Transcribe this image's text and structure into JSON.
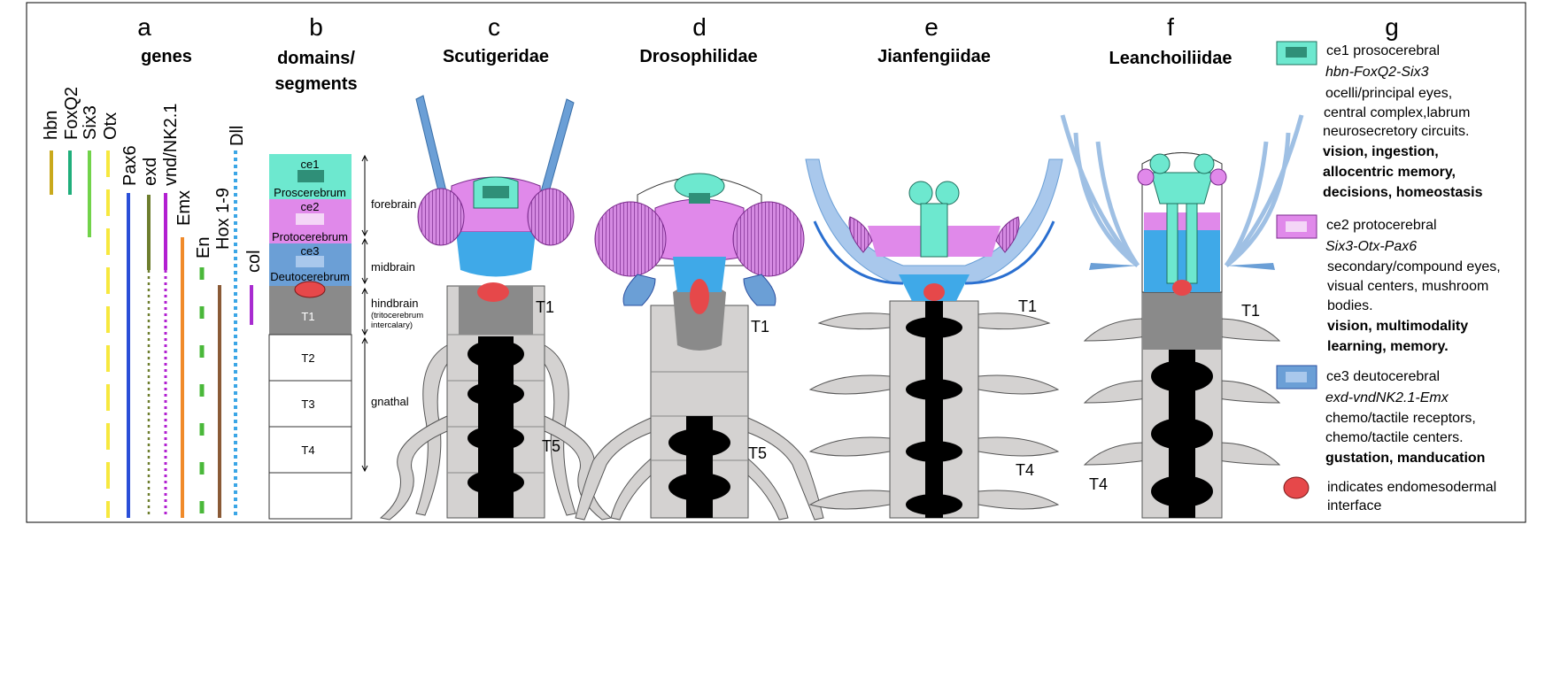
{
  "letters": {
    "a": "a",
    "b": "b",
    "c": "c",
    "d": "d",
    "e": "e",
    "f": "f",
    "g": "g"
  },
  "headings": {
    "genes": "genes",
    "domains_line1": "domains/",
    "domains_line2": "segments",
    "c": "Scutigeridae",
    "d": "Drosophilidae",
    "e": "Jianfengiidae",
    "f": "Leanchoiliidae"
  },
  "genes": [
    {
      "label": "hbn",
      "color": "#c9a91c",
      "style": "solid"
    },
    {
      "label": "FoxQ2",
      "color": "#1fae7b",
      "style": "solid"
    },
    {
      "label": "Six3",
      "color": "#72d34a",
      "style": "solid"
    },
    {
      "label": "Otx",
      "color": "#f7e83e",
      "style": "dashed"
    },
    {
      "label": "Pax6",
      "color": "#2a4fd8",
      "style": "solid"
    },
    {
      "label": "exd",
      "color": "#6e7e2e",
      "style": "dotted"
    },
    {
      "label": "vnd/NK2.1",
      "color": "#b21fd1",
      "style": "dotted"
    },
    {
      "label": "Emx",
      "color": "#f08a2a",
      "style": "solid"
    },
    {
      "label": "En",
      "color": "#4ab83a",
      "style": "dashed"
    },
    {
      "label": "Hox 1-9",
      "color": "#8a5a36",
      "style": "solid"
    },
    {
      "label": "Dll",
      "color": "#3ba6e6",
      "style": "dotted"
    },
    {
      "label": "col",
      "color": "#a82bd0",
      "style": "solid"
    }
  ],
  "domains": {
    "ce1": "ce1",
    "proscerebrum": "Proscerebrum",
    "ce2": "ce2",
    "protocerebrum": "Protocerebrum",
    "ce3": "ce3",
    "deutocerebrum": "Deutocerebrum",
    "t1": "T1",
    "t2": "T2",
    "t3": "T3",
    "t4": "T4"
  },
  "regions": {
    "forebrain": "forebrain",
    "midbrain": "midbrain",
    "hindbrain": "hindbrain",
    "hindbrain_sub1": "(tritocerebrum",
    "hindbrain_sub2": "intercalary)",
    "gnathal": "gnathal"
  },
  "segment_labels": {
    "c_t1": "T1",
    "c_t5": "T5",
    "d_t1": "T1",
    "d_t5": "T5",
    "e_t1": "T1",
    "e_t4": "T4",
    "f_t1": "T1",
    "f_t4": "T4"
  },
  "colors": {
    "ce1": "#6de8cf",
    "ce1_dark": "#2f8f78",
    "ce2": "#e089ea",
    "ce3": "#6b9fd6",
    "ce3_light": "#3fa9e8",
    "hindbrain": "#8a8a8a",
    "interface": "#e6484a",
    "body": "#d4d2d1",
    "nerve": "#000000"
  },
  "legend": {
    "ce1_title": "ce1 prosocerebral",
    "ce1_genes": "hbn-FoxQ2-Six3",
    "ce1_desc1": "ocelli/principal eyes,",
    "ce1_desc2": "central complex,labrum",
    "ce1_desc3": "neurosecretory circuits.",
    "ce1_func1": "vision, ingestion,",
    "ce1_func2": "allocentric memory,",
    "ce1_func3": "decisions, homeostasis",
    "ce2_title": "ce2 protocerebral",
    "ce2_genes": "Six3-Otx-Pax6",
    "ce2_desc1": "secondary/compound eyes,",
    "ce2_desc2": "visual centers, mushroom",
    "ce2_desc3": "bodies.",
    "ce2_func1": "vision, multimodality",
    "ce2_func2": "learning, memory.",
    "ce3_title": "ce3 deutocerebral",
    "ce3_genes": "exd-vndNK2.1-Emx",
    "ce3_desc1": "chemo/tactile receptors,",
    "ce3_desc2": "chemo/tactile centers.",
    "ce3_func1": "gustation, manducation",
    "interface1": "indicates endomesodermal",
    "interface2": "interface"
  }
}
